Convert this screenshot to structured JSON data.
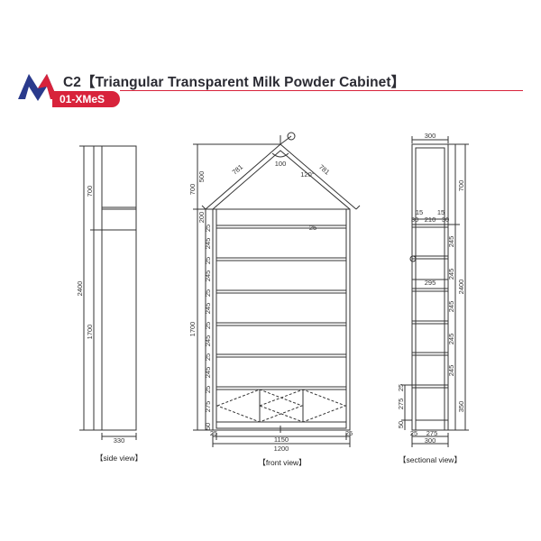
{
  "header": {
    "title": "C2【Triangular Transparent Milk Powder Cabinet】",
    "code": "01-XMeS",
    "brand_color": "#d8233b",
    "logo_color": "#2a3a8c"
  },
  "side_view": {
    "caption": "【side view】",
    "dims": {
      "top": "700",
      "total": "2400",
      "bottom": "1700",
      "width": "330"
    }
  },
  "front_view": {
    "caption": "【front view】",
    "dims": {
      "slope_left": "781",
      "slope_right": "781",
      "apex_gap": "100",
      "angle": "120°",
      "roof_a": "500",
      "roof_b": "700",
      "top_block": "200",
      "body": "1700",
      "inner_width": "1150",
      "total_width": "1200",
      "side_left": "25",
      "side_right": "25",
      "shelf_thk": "25",
      "shelf_gap": "245",
      "base": "275",
      "foot": "50",
      "label_25": "25"
    }
  },
  "sectional_view": {
    "caption": "【sectional view】",
    "dims": {
      "top_width": "300",
      "top_height": "700",
      "total": "2400",
      "side_15a": "15",
      "side_15b": "15",
      "inner_210": "210",
      "left_30": "30",
      "right_30": "30",
      "depth_295": "295",
      "shelf_gap": "245",
      "base_25": "25",
      "base_275": "275",
      "foot_50": "50",
      "bottom_350": "350",
      "bottom_275": "275",
      "bottom_25": "25",
      "bottom_300": "300"
    }
  }
}
